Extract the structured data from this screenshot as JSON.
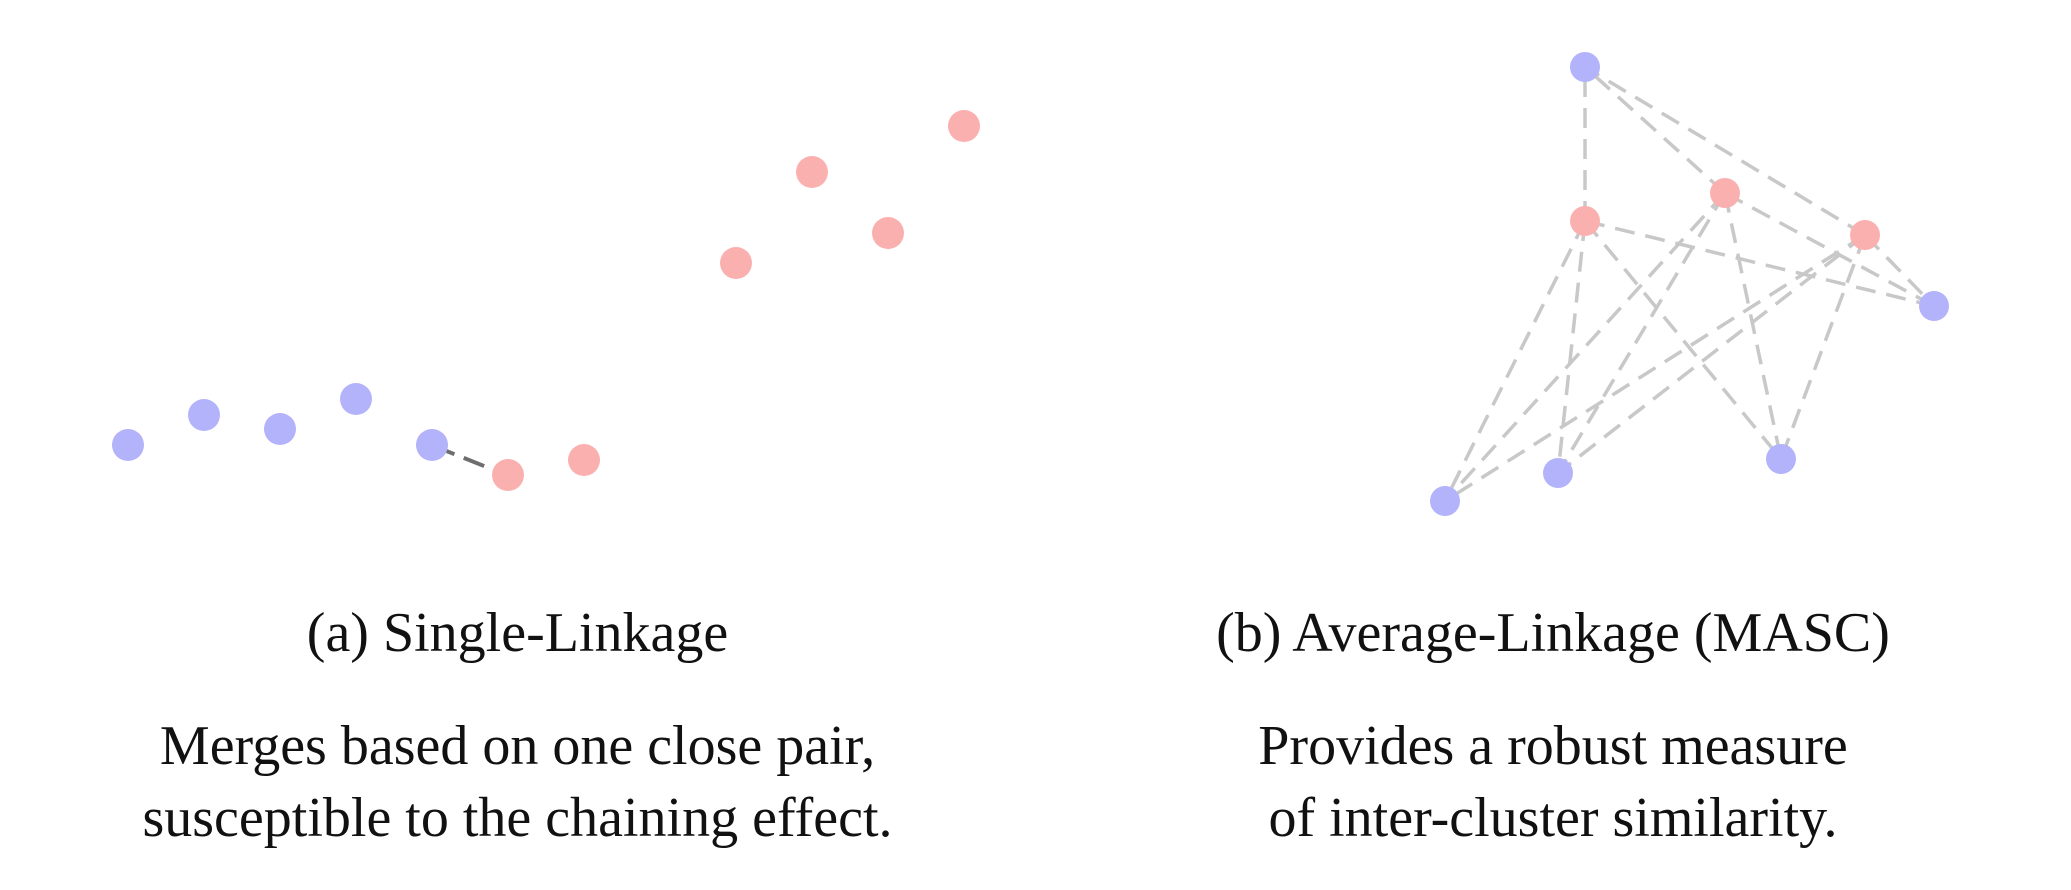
{
  "colors": {
    "blue_point": "#b3b3fb",
    "red_point": "#fbb0b0",
    "dashed_edge": "#c8c8c8",
    "single_link": "#6e6e6e",
    "text": "#111111"
  },
  "panels": [
    {
      "id": "a",
      "caption": "(a) Single-Linkage",
      "description_lines": [
        "Merges based on one close pair,",
        "susceptible to the chaining effect."
      ]
    },
    {
      "id": "b",
      "caption": "(b) Average-Linkage (MASC)",
      "description_lines": [
        "Provides a robust measure",
        "of inter-cluster similarity."
      ]
    }
  ]
}
